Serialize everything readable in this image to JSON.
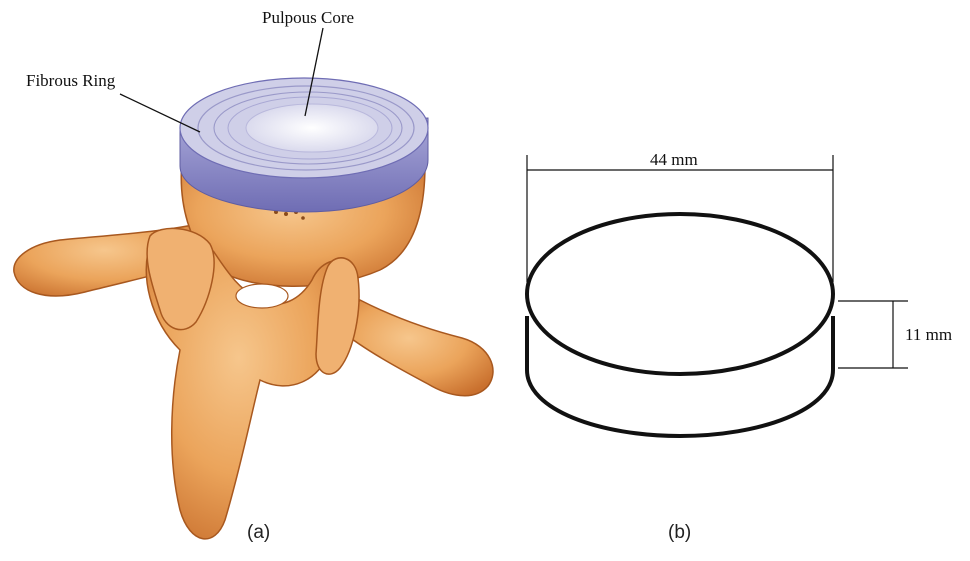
{
  "panel_a": {
    "labels": {
      "pulpous_core": "Pulpous Core",
      "fibrous_ring": "Fibrous Ring"
    },
    "caption": "(a)"
  },
  "panel_b": {
    "dimensions": {
      "diameter": "44 mm",
      "height": "11 mm"
    },
    "caption": "(b)"
  },
  "colors": {
    "bone_light": "#f2b677",
    "bone_mid": "#e59645",
    "bone_dark": "#b8612a",
    "disc_ring": "#8f8ec6",
    "disc_top": "#d9d9ee",
    "core": "#f5f5fb",
    "ink": "#111111"
  }
}
